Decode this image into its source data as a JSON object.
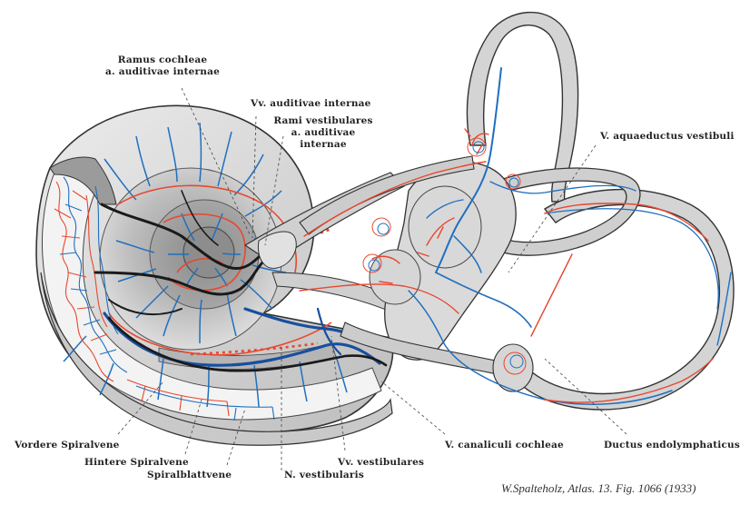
{
  "figure": {
    "title": "Blood vessels of the inner ear (labyrinth)",
    "colors": {
      "artery": "#e8472f",
      "vein": "#1f6fbf",
      "dark_vein": "#1a1a1a",
      "bone": "#d9d9d9",
      "bone_shadow": "#8f8f8f"
    }
  },
  "labels": {
    "ramus_cochleae": [
      "Ramus cochleae",
      "a. auditivae internae"
    ],
    "vv_auditivae": "Vv. auditivae internae",
    "rami_vestibulares": [
      "Rami vestibulares",
      "a. auditivae",
      "internae"
    ],
    "v_aquaeductus": "V. aquaeductus vestibuli",
    "vordere_spiralvene": "Vordere Spiralvene",
    "hintere_spiralvene": "Hintere Spiralvene",
    "spiralblattvene": "Spiralblattvene",
    "n_vestibularis": "N. vestibularis",
    "vv_vestibulares": "Vv. vestibulares",
    "v_canaliculi": "V. canaliculi cochleae",
    "ductus_endolymphaticus": "Ductus endolymphaticus"
  },
  "caption": "W.Spalteholz, Atlas. 13. Fig. 1066 (1933)"
}
